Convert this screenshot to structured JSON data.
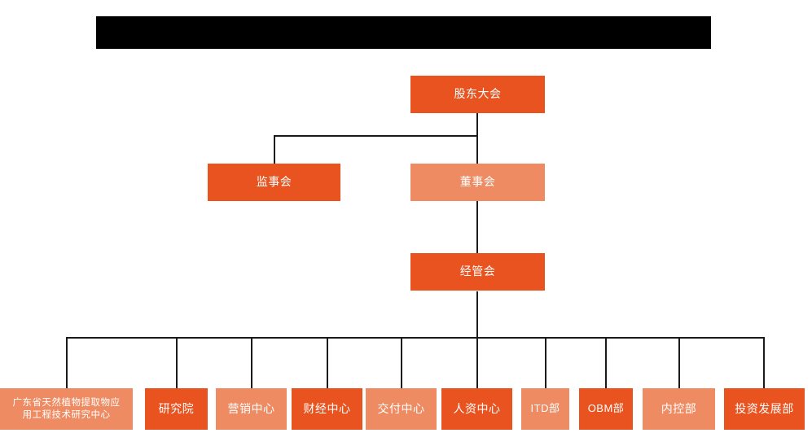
{
  "page": {
    "title_bar": {
      "name": "redacted-title-bar",
      "text": "",
      "color": "#000000"
    },
    "background_color": "#ffffff",
    "colors": {
      "node_dark": "#e8531f",
      "node_light": "#ef8b62",
      "connector": "#1a1a1a",
      "node_text": "#ffffff"
    }
  },
  "chart_data": {
    "type": "diagram",
    "subtype": "organization-chart",
    "title": "",
    "orientation": "top-down",
    "levels": 4,
    "nodes": [
      {
        "id": "shareholders-meeting",
        "label": "股东大会",
        "level": 1,
        "tone": "dark",
        "parent": null
      },
      {
        "id": "board-of-supervisors",
        "label": "监事会",
        "level": 2,
        "tone": "dark",
        "parent": "shareholders-meeting"
      },
      {
        "id": "board-of-directors",
        "label": "董事会",
        "level": 2,
        "tone": "light",
        "parent": "shareholders-meeting"
      },
      {
        "id": "management-committee",
        "label": "经管会",
        "level": 3,
        "tone": "dark",
        "parent": "board-of-directors"
      },
      {
        "id": "engineering-research-center",
        "label": "广东省天然植物提取物应\n用工程技术研究中心",
        "level": 4,
        "tone": "light",
        "parent": "management-committee"
      },
      {
        "id": "research-institute",
        "label": "研究院",
        "level": 4,
        "tone": "dark",
        "parent": "management-committee"
      },
      {
        "id": "marketing-center",
        "label": "营销中心",
        "level": 4,
        "tone": "light",
        "parent": "management-committee"
      },
      {
        "id": "finance-center",
        "label": "财经中心",
        "level": 4,
        "tone": "dark",
        "parent": "management-committee"
      },
      {
        "id": "delivery-center",
        "label": "交付中心",
        "level": 4,
        "tone": "light",
        "parent": "management-committee"
      },
      {
        "id": "hr-center",
        "label": "人资中心",
        "level": 4,
        "tone": "dark",
        "parent": "management-committee"
      },
      {
        "id": "itd-department",
        "label": "ITD部",
        "level": 4,
        "tone": "light",
        "parent": "management-committee"
      },
      {
        "id": "obm-department",
        "label": "OBM部",
        "level": 4,
        "tone": "dark",
        "parent": "management-committee"
      },
      {
        "id": "internal-control-department",
        "label": "内控部",
        "level": 4,
        "tone": "light",
        "parent": "management-committee"
      },
      {
        "id": "investment-development-department",
        "label": "投资发展部",
        "level": 4,
        "tone": "dark",
        "parent": "management-committee"
      }
    ]
  }
}
